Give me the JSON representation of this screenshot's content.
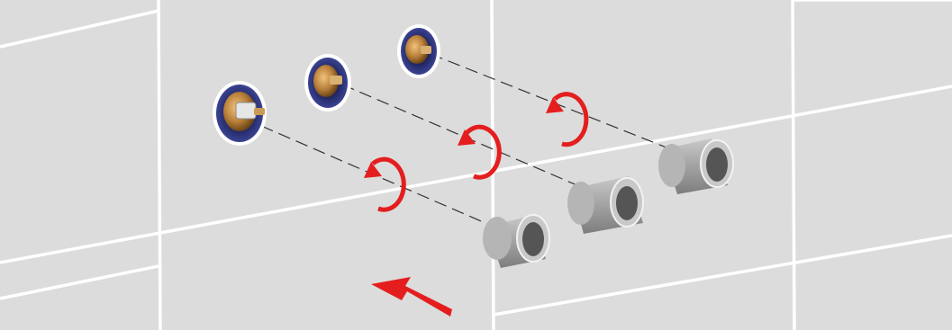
{
  "figure": {
    "kind": "installation-instruction-illustration",
    "colors": {
      "wall": "#dcdcdc",
      "grout": "#ffffff",
      "rotation_arrow": "#e41e1e",
      "direction_arrow": "#e41e1e",
      "flange_blue": "#2a2f6e",
      "brass": "#b8803a",
      "sleeve_grey": "#9a9a9a",
      "guide_line": "#333333"
    },
    "parts": [
      {
        "name": "valve-cartridge-left",
        "icon": "valve-outlet"
      },
      {
        "name": "valve-cartridge-middle",
        "icon": "valve-outlet"
      },
      {
        "name": "valve-cartridge-right",
        "icon": "valve-outlet"
      },
      {
        "name": "extension-sleeve-left",
        "icon": "sleeve"
      },
      {
        "name": "extension-sleeve-middle",
        "icon": "sleeve"
      },
      {
        "name": "extension-sleeve-right",
        "icon": "sleeve"
      }
    ],
    "rotation_icons": [
      "rotate-clockwise-icon",
      "rotate-clockwise-icon",
      "rotate-clockwise-icon"
    ],
    "direction_icon": "push-in-arrow-icon"
  }
}
